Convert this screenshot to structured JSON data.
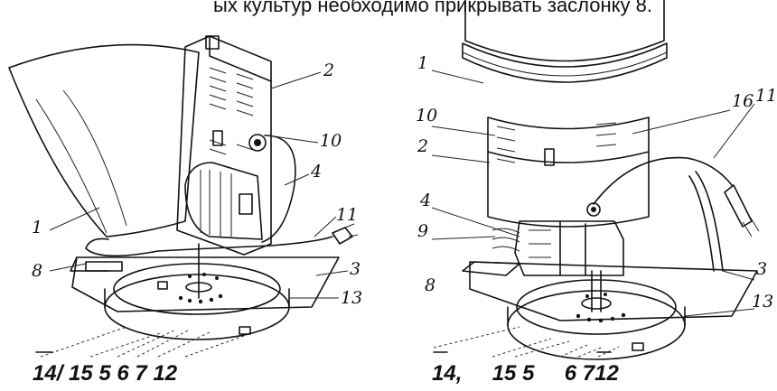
{
  "caption": "ых культур необходимо прикрывать заслонку 8.",
  "left_figure": {
    "callouts": [
      "1",
      "2",
      "10",
      "4",
      "11",
      "8",
      "3",
      "13"
    ],
    "bottom_labels": "14/ 15 5 6 7 12"
  },
  "right_figure": {
    "callouts": [
      "1",
      "16",
      "11",
      "10",
      "2",
      "4",
      "9",
      "8",
      "3",
      "13"
    ],
    "bottom_labels": "14,     15 5     6 712"
  }
}
